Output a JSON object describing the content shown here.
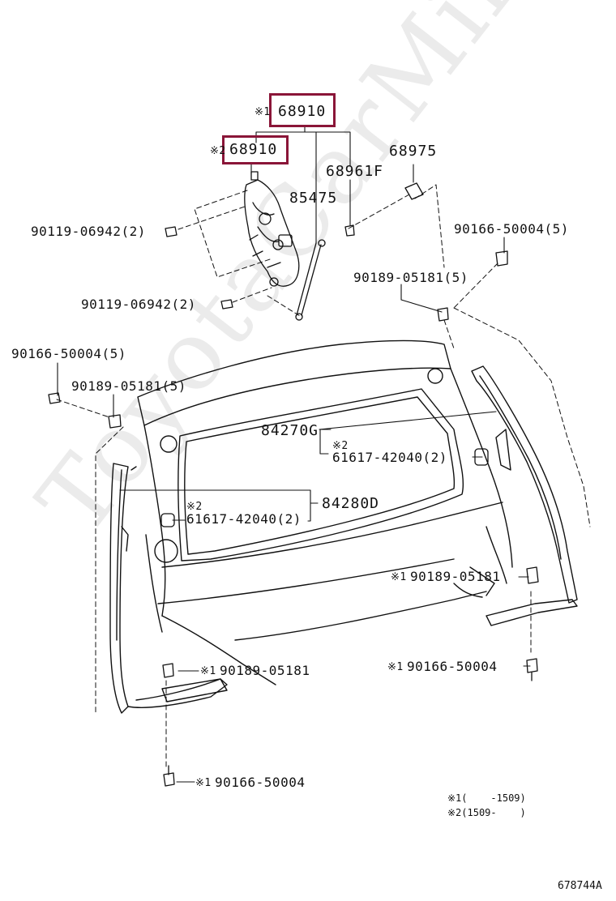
{
  "watermark": "ToyotaCarMine.ru",
  "image_code": "678744A",
  "mark1": "※1",
  "mark2": "※2",
  "labels": {
    "p68910_a": "68910",
    "p68910_b": "68910",
    "p68961F": "68961F",
    "p68975": "68975",
    "p85475": "85475",
    "bolt_upper": "90119-06942(2)",
    "bolt_lower": "90119-06942(2)",
    "screw_right_top": "90166-50004(5)",
    "clip_right_top": "90189-05181(5)",
    "screw_left": "90166-50004(5)",
    "clip_left": "90189-05181(5)",
    "p84270G": "84270G",
    "p84280D": "84280D",
    "stop_right": "61617-42040(2)",
    "stop_left": "61617-42040(2)",
    "clip_r_bottom": "90189-05181",
    "screw_r_bottom": "90166-50004",
    "clip_l_bottom": "90189-05181",
    "screw_l_bottom": "90166-50004"
  },
  "footnotes": {
    "note1": "※1(    -1509)",
    "note2": "※2(1509-    )"
  },
  "highlight_color": "#8a1538"
}
